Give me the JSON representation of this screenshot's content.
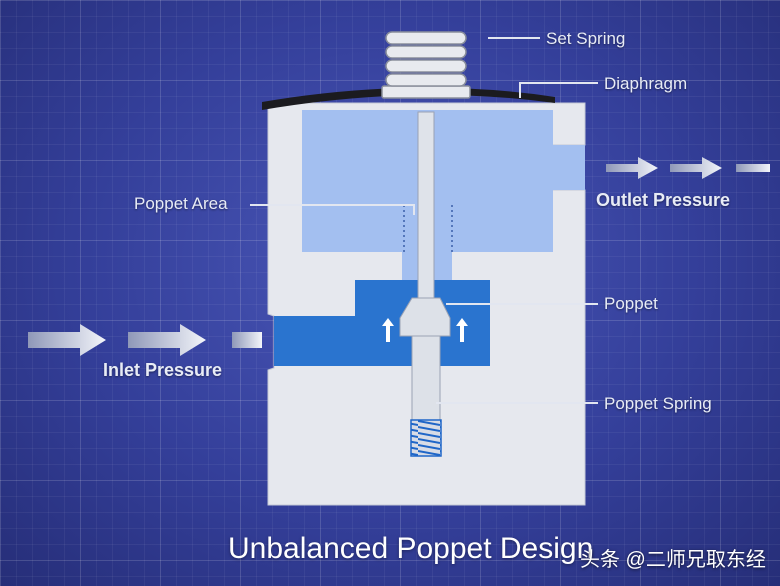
{
  "diagram": {
    "title": "Unbalanced Poppet Design",
    "labels": {
      "set_spring": "Set Spring",
      "diaphragm": "Diaphragm",
      "poppet_area": "Poppet Area",
      "outlet_pressure": "Outlet Pressure",
      "poppet": "Poppet",
      "inlet_pressure": "Inlet Pressure",
      "poppet_spring": "Poppet Spring"
    },
    "watermark": "头条 @二师兄取东经"
  },
  "colors": {
    "background": "#343f9a",
    "body": "#e6e8ee",
    "upper_chamber": "#a3bff0",
    "flow_path": "#2a74cf",
    "spring_detail": "#1f66c8",
    "leader_line": "#e2e6f0"
  }
}
